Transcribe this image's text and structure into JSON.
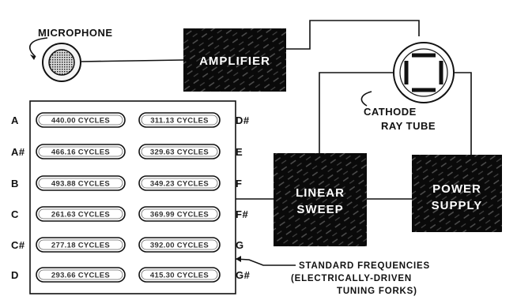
{
  "labels": {
    "microphone": "MICROPHONE",
    "amplifier": "AMPLIFIER",
    "cathode_line1": "CATHODE",
    "cathode_line2": "RAY TUBE",
    "linear_line1": "LINEAR",
    "linear_line2": "SWEEP",
    "power_line1": "POWER",
    "power_line2": "SUPPLY",
    "std_line1": "STANDARD FREQUENCIES",
    "std_line2": "(ELECTRICALLY-DRIVEN",
    "std_line3": "TUNING FORKS)"
  },
  "forks_left": [
    {
      "note": "A",
      "freq": "440.00 CYCLES"
    },
    {
      "note": "A#",
      "freq": "466.16 CYCLES"
    },
    {
      "note": "B",
      "freq": "493.88 CYCLES"
    },
    {
      "note": "C",
      "freq": "261.63 CYCLES"
    },
    {
      "note": "C#",
      "freq": "277.18 CYCLES"
    },
    {
      "note": "D",
      "freq": "293.66 CYCLES"
    }
  ],
  "forks_right": [
    {
      "note": "D#",
      "freq": "311.13 CYCLES"
    },
    {
      "note": "E",
      "freq": "329.63 CYCLES"
    },
    {
      "note": "F",
      "freq": "349.23 CYCLES"
    },
    {
      "note": "F#",
      "freq": "369.99 CYCLES"
    },
    {
      "note": "G",
      "freq": "392.00 CYCLES"
    },
    {
      "note": "G#",
      "freq": "415.30 CYCLES"
    }
  ]
}
